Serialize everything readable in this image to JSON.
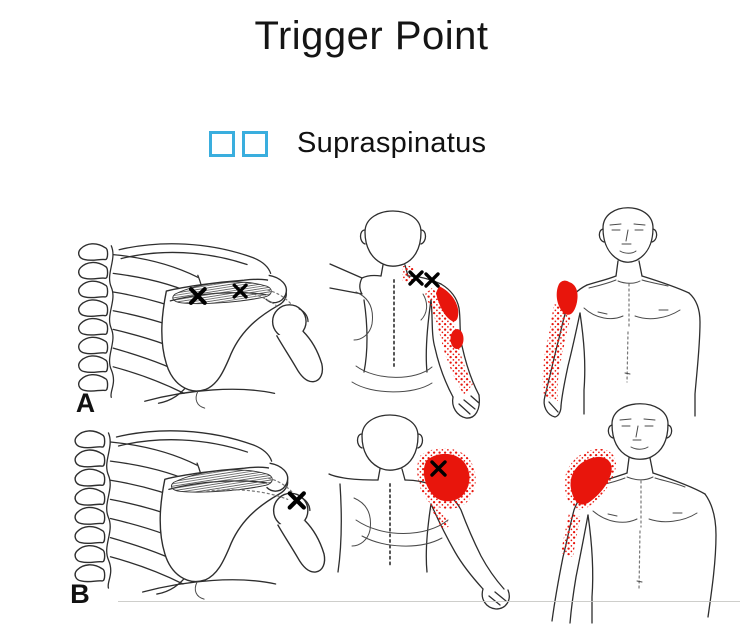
{
  "slide": {
    "title": "Trigger Point",
    "bullet": {
      "text": "Supraspinatus"
    }
  },
  "colors": {
    "accent_cyan": "#3aaede",
    "pain_red": "#e8150c",
    "ink": "#2e2e2e"
  },
  "skeletal_figures": [
    {
      "label": "A",
      "trigger_points": 2
    },
    {
      "label": "B",
      "trigger_points": 1
    }
  ],
  "pain_figures": [
    {
      "view": "back",
      "row": "top",
      "trigger_points": 2
    },
    {
      "view": "front",
      "row": "top",
      "trigger_points": 0
    },
    {
      "view": "back",
      "row": "bottom",
      "trigger_points": 1
    },
    {
      "view": "front",
      "row": "bottom",
      "trigger_points": 0
    }
  ]
}
